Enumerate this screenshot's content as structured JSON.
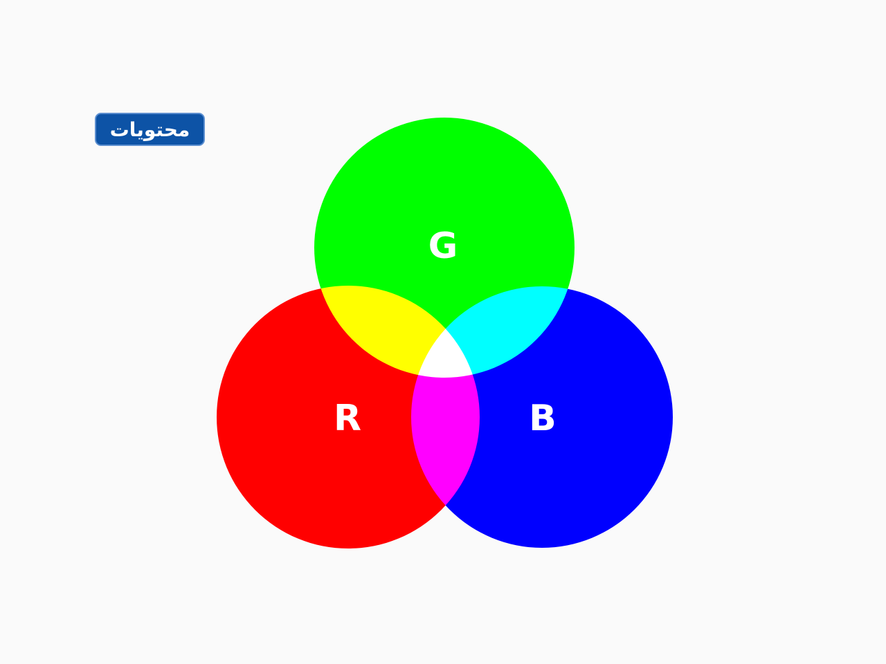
{
  "logo": {
    "text": "محتويات",
    "color": "#0d53a6"
  },
  "diagram": {
    "circles": [
      {
        "label": "G",
        "color": "#00ff00"
      },
      {
        "label": "R",
        "color": "#ff0000"
      },
      {
        "label": "B",
        "color": "#0000ff"
      }
    ]
  }
}
